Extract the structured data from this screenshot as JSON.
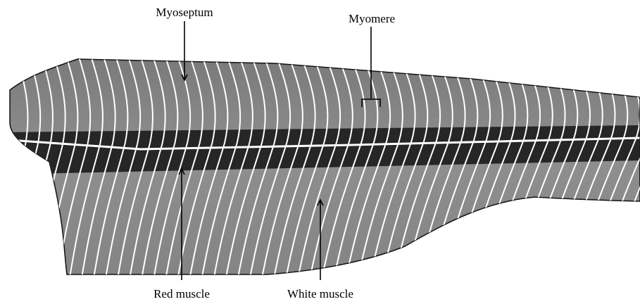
{
  "labels": {
    "myoseptum": "Myoseptum",
    "myomere": "Myomere",
    "red_muscle": "Red muscle",
    "white_muscle": "White muscle"
  },
  "colors": {
    "background": "#ffffff",
    "white_muscle": "#8a8a8a",
    "red_muscle_band": "#262626",
    "myosepta_lines": "#ffffff",
    "outline": "#111111",
    "text": "#000000"
  }
}
